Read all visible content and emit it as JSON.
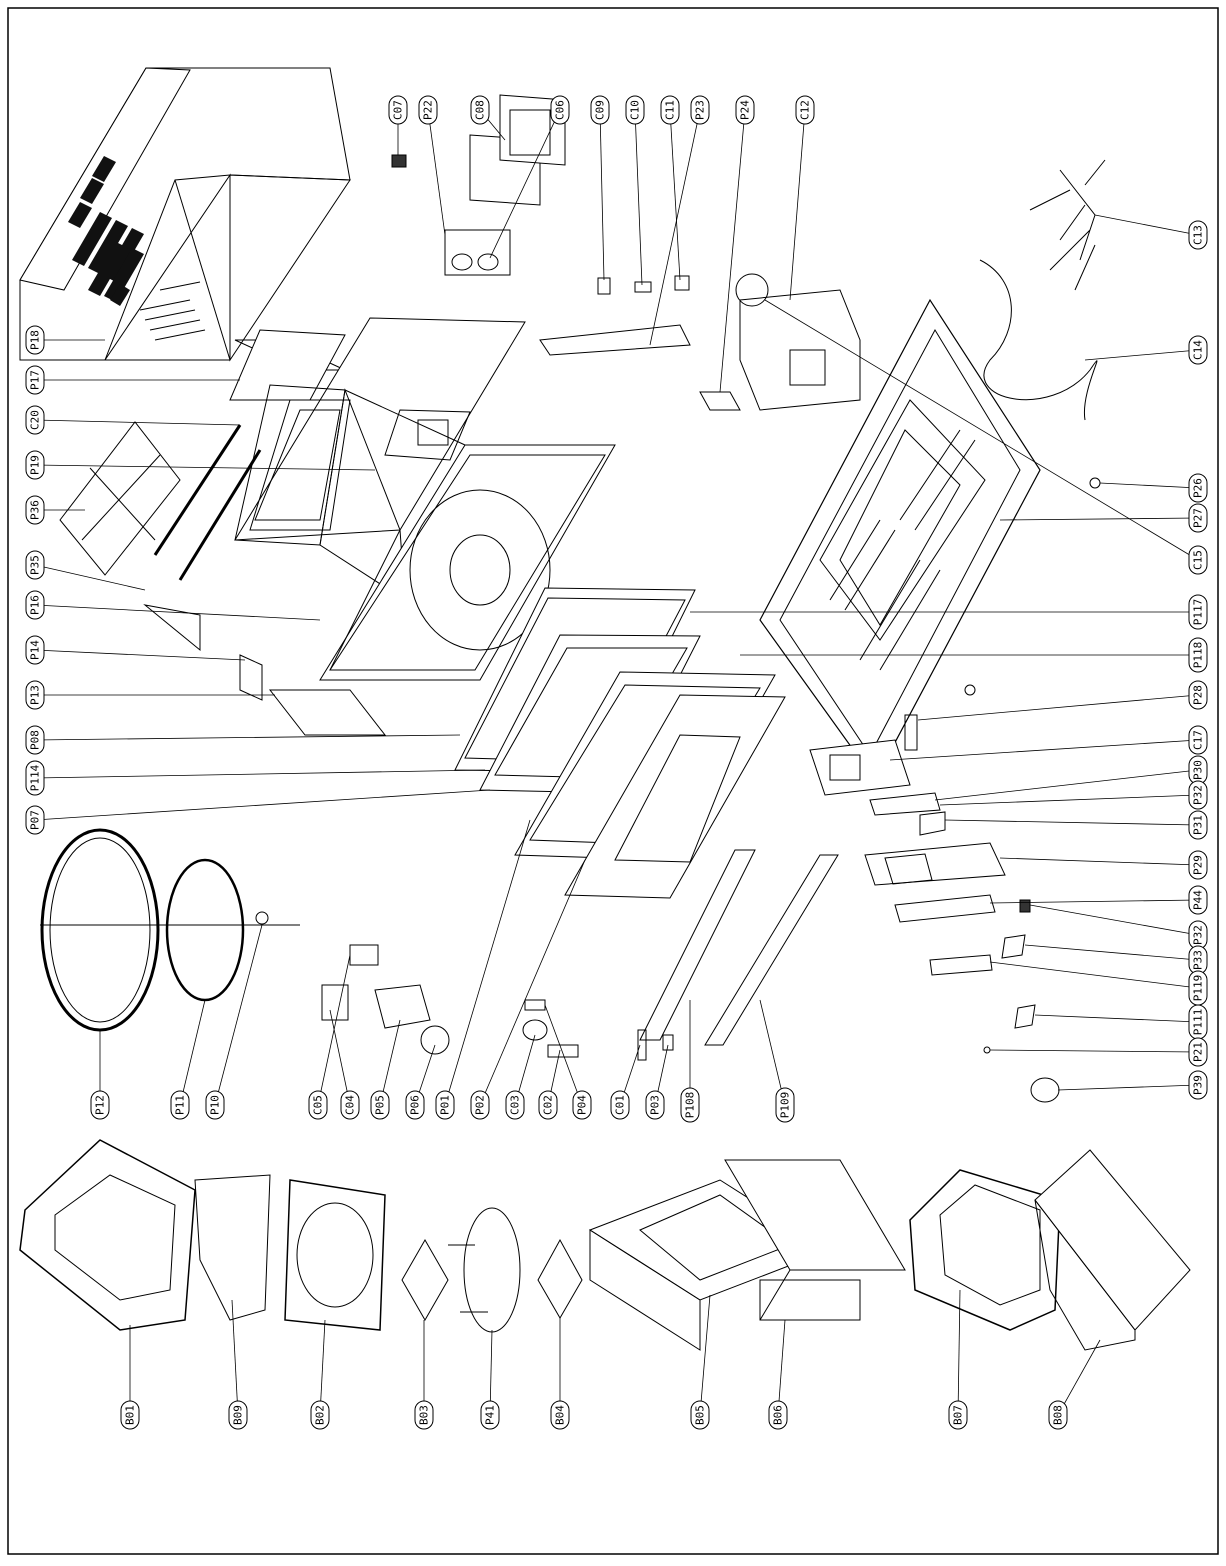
{
  "callouts": [
    {
      "id": "c07",
      "label": "C07"
    },
    {
      "id": "p22",
      "label": "P22"
    },
    {
      "id": "c08",
      "label": "C08"
    },
    {
      "id": "c06",
      "label": "C06"
    },
    {
      "id": "c09",
      "label": "C09"
    },
    {
      "id": "c10",
      "label": "C10"
    },
    {
      "id": "c11",
      "label": "C11"
    },
    {
      "id": "p23",
      "label": "P23"
    },
    {
      "id": "p24",
      "label": "P24"
    },
    {
      "id": "c12",
      "label": "C12"
    },
    {
      "id": "c13",
      "label": "C13"
    },
    {
      "id": "c14",
      "label": "C14"
    },
    {
      "id": "p26",
      "label": "P26"
    },
    {
      "id": "p27",
      "label": "P27"
    },
    {
      "id": "c15",
      "label": "C15"
    },
    {
      "id": "p117",
      "label": "P117"
    },
    {
      "id": "p118",
      "label": "P118"
    },
    {
      "id": "p28",
      "label": "P28"
    },
    {
      "id": "c17",
      "label": "C17"
    },
    {
      "id": "p30",
      "label": "P30"
    },
    {
      "id": "p32a",
      "label": "P32"
    },
    {
      "id": "p31",
      "label": "P31"
    },
    {
      "id": "p29",
      "label": "P29"
    },
    {
      "id": "p44",
      "label": "P44"
    },
    {
      "id": "p32b",
      "label": "P32"
    },
    {
      "id": "p33",
      "label": "P33"
    },
    {
      "id": "p119",
      "label": "P119"
    },
    {
      "id": "p111",
      "label": "P111"
    },
    {
      "id": "p21",
      "label": "P21"
    },
    {
      "id": "p39",
      "label": "P39"
    },
    {
      "id": "p18",
      "label": "P18"
    },
    {
      "id": "p17",
      "label": "P17"
    },
    {
      "id": "c20",
      "label": "C20"
    },
    {
      "id": "p19",
      "label": "P19"
    },
    {
      "id": "p36",
      "label": "P36"
    },
    {
      "id": "p35",
      "label": "P35"
    },
    {
      "id": "p16",
      "label": "P16"
    },
    {
      "id": "p14",
      "label": "P14"
    },
    {
      "id": "p13",
      "label": "P13"
    },
    {
      "id": "p08",
      "label": "P08"
    },
    {
      "id": "p114",
      "label": "P114"
    },
    {
      "id": "p07",
      "label": "P07"
    },
    {
      "id": "p12",
      "label": "P12"
    },
    {
      "id": "p11",
      "label": "P11"
    },
    {
      "id": "p10",
      "label": "P10"
    },
    {
      "id": "c05",
      "label": "C05"
    },
    {
      "id": "c04",
      "label": "C04"
    },
    {
      "id": "p05",
      "label": "P05"
    },
    {
      "id": "p06",
      "label": "P06"
    },
    {
      "id": "p01",
      "label": "P01"
    },
    {
      "id": "p02",
      "label": "P02"
    },
    {
      "id": "c03",
      "label": "C03"
    },
    {
      "id": "c02",
      "label": "C02"
    },
    {
      "id": "p04",
      "label": "P04"
    },
    {
      "id": "c01",
      "label": "C01"
    },
    {
      "id": "p03",
      "label": "P03"
    },
    {
      "id": "p108",
      "label": "P108"
    },
    {
      "id": "p109",
      "label": "P109"
    },
    {
      "id": "b01",
      "label": "B01"
    },
    {
      "id": "b09",
      "label": "B09"
    },
    {
      "id": "b02",
      "label": "B02"
    },
    {
      "id": "b03",
      "label": "B03"
    },
    {
      "id": "p41",
      "label": "P41"
    },
    {
      "id": "b04",
      "label": "B04"
    },
    {
      "id": "b05",
      "label": "B05"
    },
    {
      "id": "b06",
      "label": "B06"
    },
    {
      "id": "b07",
      "label": "B07"
    },
    {
      "id": "b08",
      "label": "B08"
    }
  ],
  "colors": {
    "line": "#000000",
    "background": "#ffffff",
    "shade": "#1a1a1a"
  }
}
